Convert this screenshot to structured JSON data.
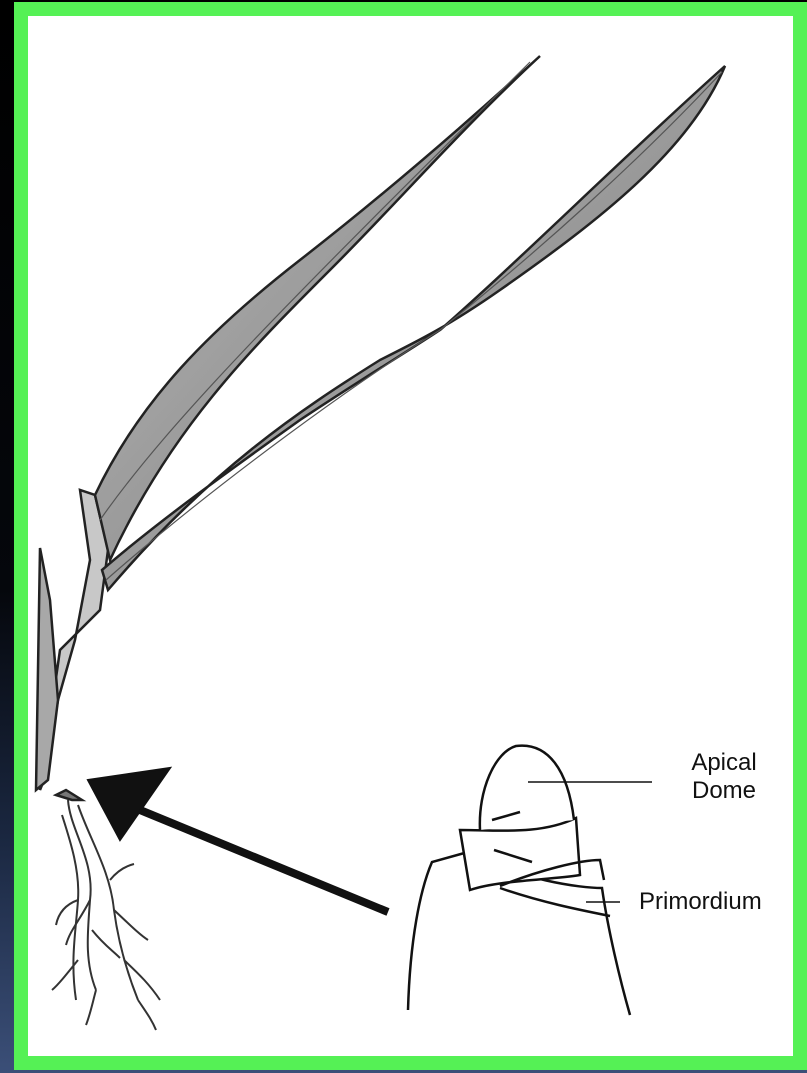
{
  "labels": {
    "apical_line1": "Apical",
    "apical_line2": "Dome",
    "primordium": "Primordium"
  },
  "colors": {
    "frame": "#55f155",
    "background_top": "#000000",
    "background_bottom": "#3b4f78",
    "canvas": "#ffffff",
    "ink": "#111111"
  }
}
